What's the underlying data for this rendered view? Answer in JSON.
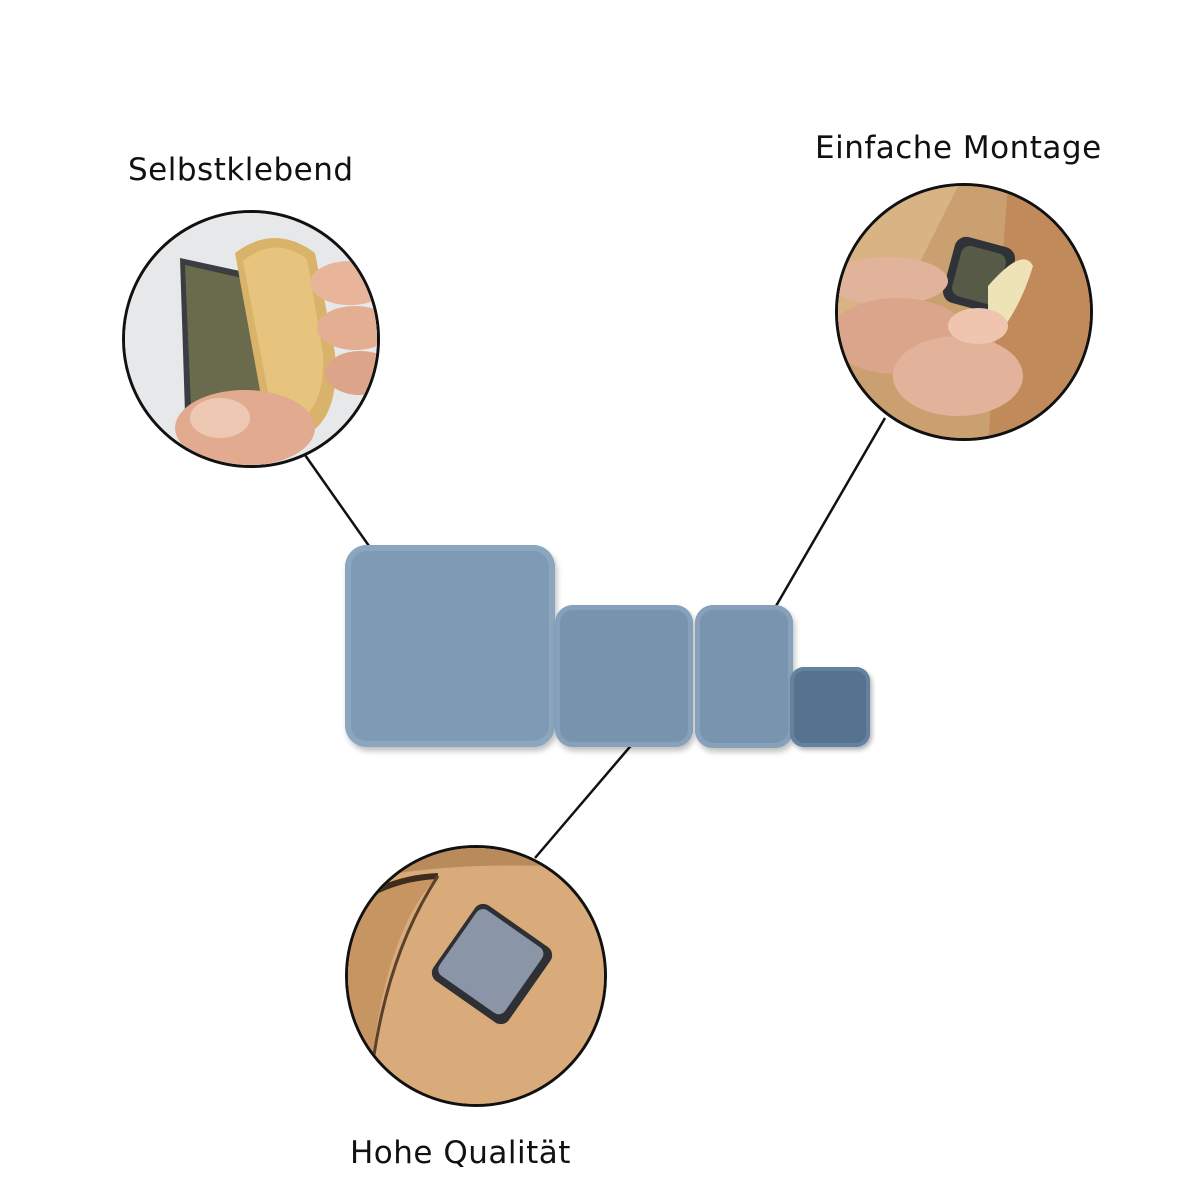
{
  "labels": {
    "top_left": "Selbstklebend",
    "top_right": "Einfache Montage",
    "bottom": "Hohe Qualität"
  },
  "colors": {
    "pad_blue": "#7c98b3",
    "pad_dark": "#4f6b86",
    "outline": "#111111"
  }
}
